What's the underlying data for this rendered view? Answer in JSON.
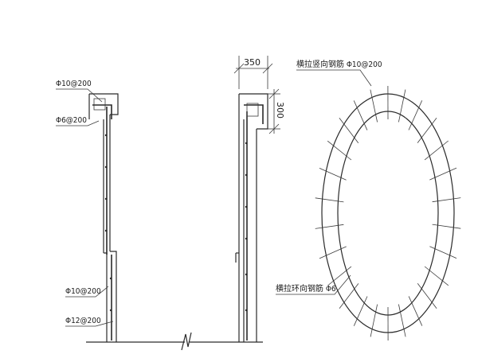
{
  "left_section": {
    "top_bar_label": "Φ10@200",
    "tie_label": "Φ6@200",
    "mid_label": "Φ10@200",
    "bottom_label": "Φ12@200"
  },
  "right_section": {
    "width_dim": "350",
    "height_dim": "300"
  },
  "plan_view": {
    "vertical_rebar_label": "横拉竖向钢筋 Φ10@200",
    "ring_rebar_label": "横拉环向钢筋 Φ6"
  }
}
